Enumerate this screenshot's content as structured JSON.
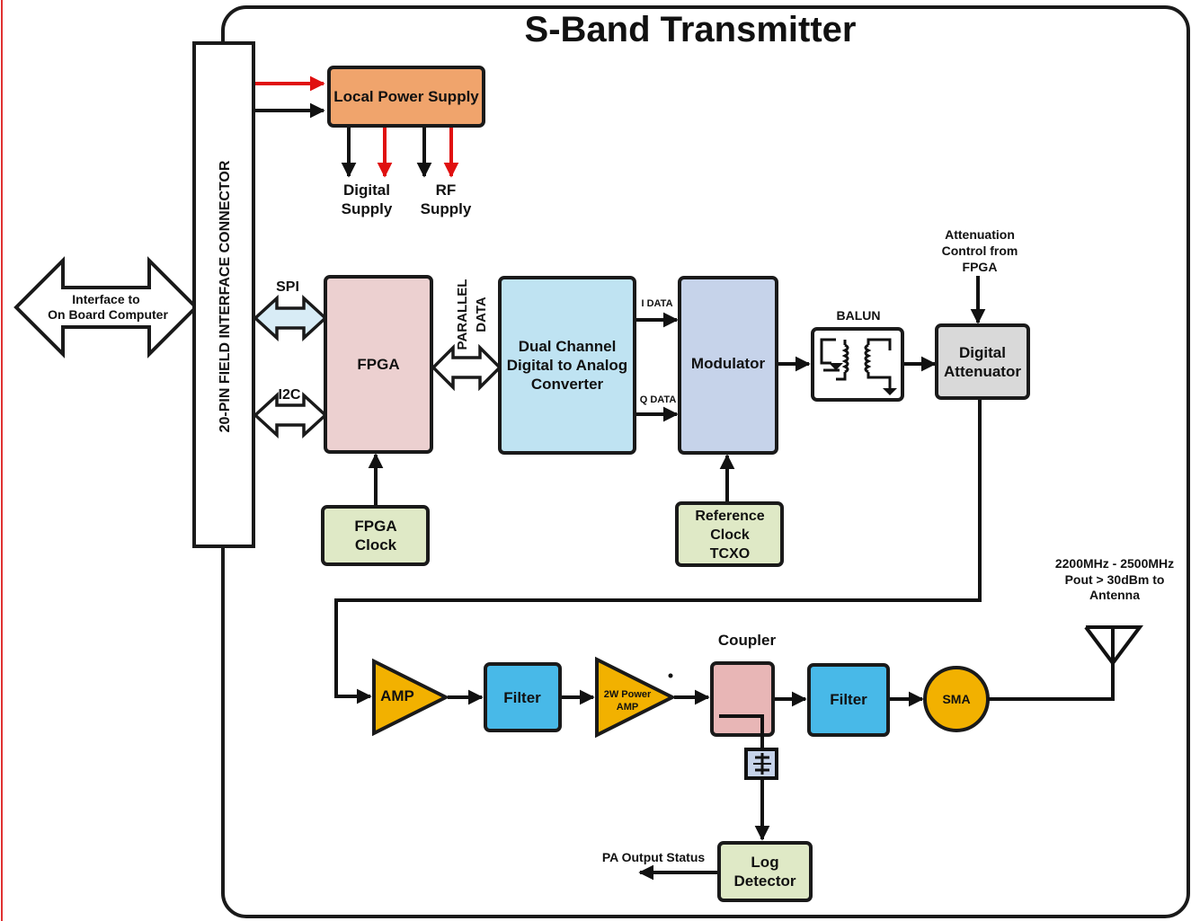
{
  "title": "S-Band Transmitter",
  "connector_label": "20-PIN FIELD INTERFACE CONNECTOR",
  "interface_label": [
    "Interface to",
    "On Board Computer"
  ],
  "power": {
    "block": "Local Power Supply",
    "digital": [
      "Digital",
      "Supply"
    ],
    "rf": [
      "RF",
      "Supply"
    ]
  },
  "bus": {
    "spi": "SPI",
    "i2c": "I2C",
    "parallel": [
      "PARALLEL",
      "DATA"
    ]
  },
  "blocks": {
    "fpga": "FPGA",
    "fpga_clock": [
      "FPGA",
      "Clock"
    ],
    "dac": [
      "Dual Channel",
      "Digital to Analog",
      "Converter"
    ],
    "modulator": "Modulator",
    "ref_clock": [
      "Reference",
      "Clock",
      "TCXO"
    ],
    "balun": "BALUN",
    "attenuator": [
      "Digital",
      "Attenuator"
    ],
    "amp": "AMP",
    "filter1": "Filter",
    "pa": [
      "2W Power",
      "AMP"
    ],
    "coupler": "Coupler",
    "filter2": "Filter",
    "sma": "SMA",
    "log_detector": [
      "Log",
      "Detector"
    ]
  },
  "signals": {
    "i_data": "I DATA",
    "q_data": "Q DATA",
    "atten_control": [
      "Attenuation",
      "Control from",
      "FPGA"
    ],
    "pa_status": "PA Output Status",
    "antenna_note": [
      "2200MHz - 2500MHz",
      "Pout > 30dBm to",
      "Antenna"
    ]
  },
  "colors": {
    "power_block": "#f0a46c",
    "fpga": "#ecd0d0",
    "dac": "#bfe3f2",
    "modulator": "#c6d3ea",
    "clock": "#dfe9c6",
    "attenuator": "#d9d9d9",
    "amp": "#f2b100",
    "filter": "#48b9e8",
    "coupler": "#e8b6b6",
    "bus_arrow": "#d8ecf6",
    "power_red": "#e01010",
    "border_red": "#e03030"
  }
}
